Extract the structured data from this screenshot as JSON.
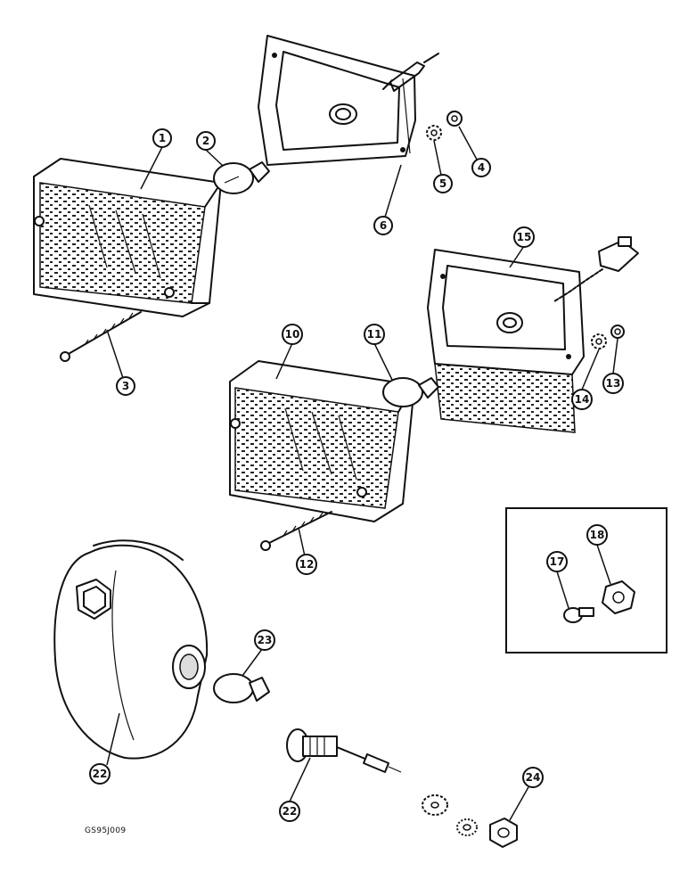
{
  "diagram": {
    "callouts": [
      {
        "id": "c1",
        "number": "1"
      },
      {
        "id": "c2",
        "number": "2"
      },
      {
        "id": "c3",
        "number": "3"
      },
      {
        "id": "c4",
        "number": "4"
      },
      {
        "id": "c5",
        "number": "5"
      },
      {
        "id": "c6",
        "number": "6"
      },
      {
        "id": "c10",
        "number": "10"
      },
      {
        "id": "c11",
        "number": "11"
      },
      {
        "id": "c12",
        "number": "12"
      },
      {
        "id": "c13",
        "number": "13"
      },
      {
        "id": "c14",
        "number": "14"
      },
      {
        "id": "c15",
        "number": "15"
      },
      {
        "id": "c17",
        "number": "17"
      },
      {
        "id": "c18",
        "number": "18"
      },
      {
        "id": "c22a",
        "number": "22"
      },
      {
        "id": "c22b",
        "number": "22"
      },
      {
        "id": "c23",
        "number": "23"
      },
      {
        "id": "c24",
        "number": "24"
      }
    ],
    "drawing_code": "GS95J009"
  }
}
